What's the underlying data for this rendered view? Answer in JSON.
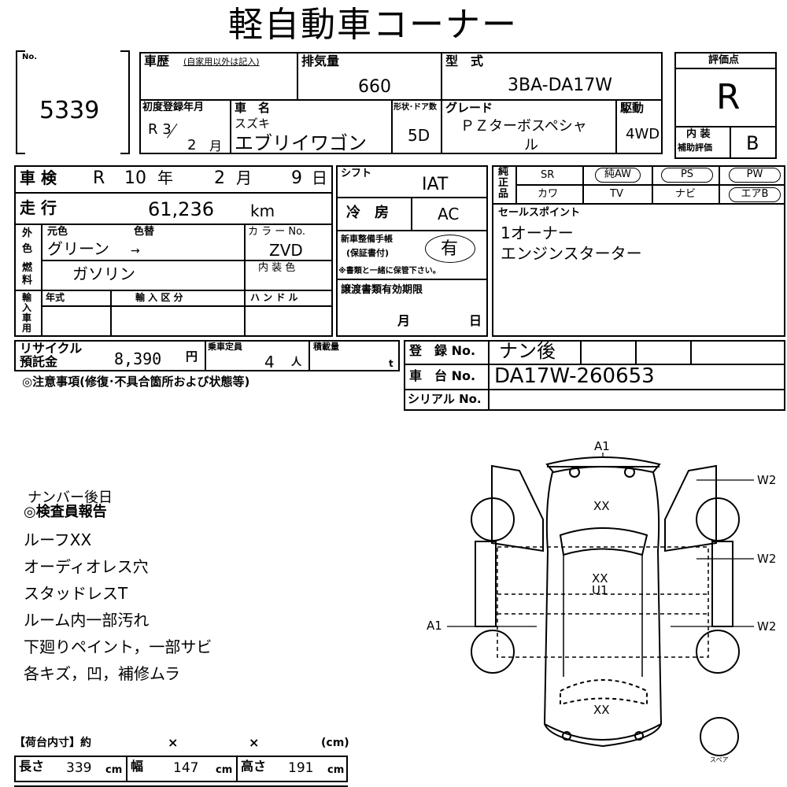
{
  "title": "軽自動車コーナー",
  "no_label": "No.",
  "lot_number": "5339",
  "history_label": "車歴",
  "history_note": "(自家用以外は記入)",
  "displacement_label": "排気量",
  "displacement": "660",
  "model_label": "型　式",
  "model": "3BA-DA17W",
  "first_reg_label": "初度登録年月",
  "first_reg_year": "R 3",
  "first_reg_month": "2",
  "month_char": "月",
  "car_name_label": "車　名",
  "maker": "スズキ",
  "car_name": "エブリイワゴン",
  "body_label": "形状･ドア数",
  "body": "5D",
  "grade_label": "グレード",
  "grade_line1": "ＰＺターボスペシャ",
  "grade_line2": "ル",
  "drive_label": "駆動",
  "drive": "4WD",
  "score_label": "評価点",
  "score": "R",
  "interior_label1": "内 装",
  "interior_label2": "補助評価",
  "interior_score": "B",
  "inspection_label": "車 検",
  "inspection_era": "R",
  "inspection_year": "10",
  "inspection_month": "2",
  "inspection_day": "9",
  "year_char": "年",
  "day_char": "日",
  "shift_label": "シフト",
  "shift": "IAT",
  "equip_label": [
    "純",
    "正",
    "品"
  ],
  "equipment_row1": [
    {
      "label": "SR",
      "circled": false
    },
    {
      "label": "純AW",
      "circled": true
    },
    {
      "label": "PS",
      "circled": true
    },
    {
      "label": "PW",
      "circled": true
    }
  ],
  "equipment_row2": [
    {
      "label": "カワ",
      "circled": false
    },
    {
      "label": "TV",
      "circled": false
    },
    {
      "label": "ナビ",
      "circled": false
    },
    {
      "label": "エアB",
      "circled": true
    }
  ],
  "mileage_label": "走 行",
  "mileage": "61,236",
  "mileage_unit": "km",
  "ac_label": "冷　房",
  "ac": "AC",
  "sales_label": "セールスポイント",
  "sales_points": [
    "1オーナー",
    "エンジンスターター"
  ],
  "exterior_label": [
    "外",
    "色"
  ],
  "orig_color_label": "元色",
  "repaint_label": "色替",
  "orig_color": "グリーン",
  "arrow": "→",
  "color_no_label": "カ ラ ー No.",
  "color_no": "ZVD",
  "interior_color_label": "内 装 色",
  "fuel_label": [
    "燃",
    "料"
  ],
  "fuel": "ガソリン",
  "manual_label1": "新車整備手帳",
  "manual_label2": "(保証書付)",
  "manual_value": "有",
  "manual_note": "※書類と一緒に保管下さい。",
  "import_label": [
    "輸",
    "入",
    "車",
    "用"
  ],
  "import_year_label": "年式",
  "import_type_label": "輸 入 区 分",
  "handle_label": "ハ ン ド ル",
  "transfer_label": "譲渡書類有効期限",
  "transfer_month": "月",
  "transfer_day": "日",
  "recycle_label1": "リサイクル",
  "recycle_label2": "預託金",
  "recycle_amount": "8,390",
  "yen": "円",
  "capacity_label": "乗車定員",
  "capacity": "4",
  "person_unit": "人",
  "load_label": "積載量",
  "load_unit": "t",
  "reg_label": "登　録 No.",
  "reg_value": "ナン後",
  "chassis_label": "車　台 No.",
  "chassis_value": "DA17W-260653",
  "serial_label": "シリアル No.",
  "notes_label": "◎注意事項(修復･不具合箇所および状態等)",
  "plate_note": "ナンバー後日",
  "inspector_label": "◎検査員報告",
  "inspector_notes": [
    "ルーフXX",
    "オーディオレス穴",
    "スタッドレスT",
    "ルーム内一部汚れ",
    "下廻りペイント，一部サビ",
    "各キズ，凹，補修ムラ"
  ],
  "cargo_label": "【荷台内寸】約",
  "cargo_x": "×",
  "cargo_unit_label": "(cm)",
  "length_label": "長さ",
  "length": "339",
  "width_label": "幅",
  "width": "147",
  "height_label": "高さ",
  "height": "191",
  "cm": "cm",
  "diagram": {
    "top_label": "A1",
    "roof_mark": "XX",
    "center_marks": [
      "XX",
      "U1"
    ],
    "rear_mark": "XX",
    "left_label": "A1",
    "right_labels": [
      "W2",
      "W2",
      "W2"
    ],
    "spare_label": "スペア"
  }
}
